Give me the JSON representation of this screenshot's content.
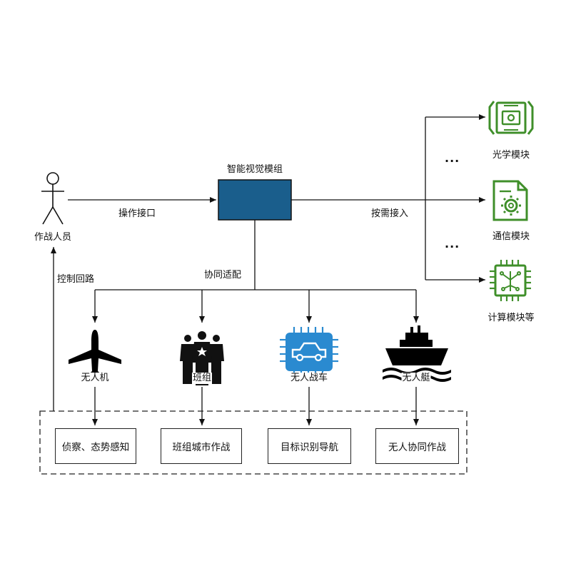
{
  "operator": {
    "label": "作战人员"
  },
  "vision_module": {
    "label": "智能视觉模组"
  },
  "edges": {
    "operate_interface": "操作接口",
    "on_demand_access": "按需接入",
    "collab_adapt": "协同适配",
    "control_loop": "控制回路"
  },
  "modules": [
    {
      "label": "光学模块",
      "icon": "optical-module-icon"
    },
    {
      "label": "通信模块",
      "icon": "communication-module-icon"
    },
    {
      "label": "计算模块等",
      "icon": "compute-chip-icon"
    }
  ],
  "ellipsis": "...",
  "platforms": [
    {
      "label": "无人机",
      "icon": "airplane-icon"
    },
    {
      "label": "班组",
      "icon": "squad-icon"
    },
    {
      "label": "无人战车",
      "icon": "vehicle-chip-icon"
    },
    {
      "label": "无人艇",
      "icon": "ship-icon"
    }
  ],
  "tasks": [
    {
      "label": "侦察、态势感知"
    },
    {
      "label": "班组城市作战"
    },
    {
      "label": "目标识别导航"
    },
    {
      "label": "无人协同作战"
    }
  ],
  "colors": {
    "module_green": "#3f8f2a",
    "vision_blue": "#1a5e8c",
    "vehicle_blue": "#2a8ad0",
    "line": "#111111"
  }
}
